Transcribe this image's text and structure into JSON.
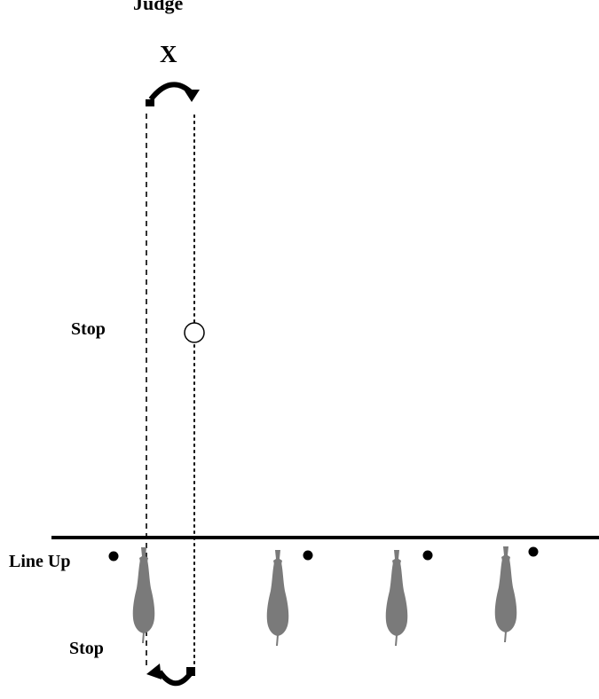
{
  "labels": {
    "judge": "Judge",
    "judge_mark": "X",
    "stop_upper": "Stop",
    "line_up": "Line Up",
    "stop_lower": "Stop"
  },
  "diagram": {
    "paths": [
      {
        "style": "dashed"
      },
      {
        "style": "dotted"
      }
    ],
    "horses_in_line_up": 4,
    "colors": {
      "ink": "#000000",
      "horse": "#7a7a7a"
    },
    "icons": [
      "turn-arrow-icon",
      "turn-arrow-icon",
      "stop-marker-circle",
      "horse-icon",
      "position-dot"
    ]
  }
}
